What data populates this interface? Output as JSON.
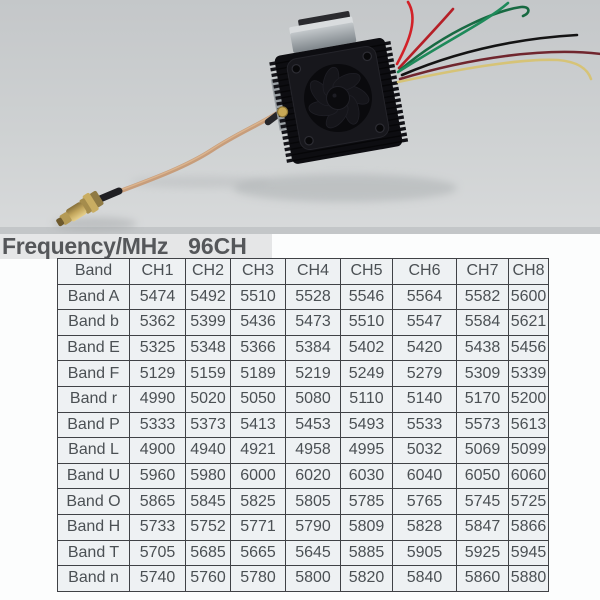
{
  "header": {
    "title": "Frequency/MHz",
    "channels_label": "96CH"
  },
  "photo": {
    "label": "5.8G video transmitter module with fan heatsink, wire harness and SMA pigtail",
    "background_top": "#c4c7c9",
    "background_bottom": "#d8dadb",
    "module_color": "#0d0d11",
    "coax_color": "#c79d7b",
    "sma_gold": "#c9ad62",
    "wire_colors": {
      "red": "#d22128",
      "dark_green": "#186a42",
      "teal_green": "#1e8a5a",
      "black": "#141414",
      "maroon": "#70262e",
      "yellow": "#d6c377"
    }
  },
  "table": {
    "columns": [
      "Band",
      "CH1",
      "CH2",
      "CH3",
      "CH4",
      "CH5",
      "CH6",
      "CH7",
      "CH8"
    ],
    "rows": [
      {
        "band": "Band A",
        "values": [
          5474,
          5492,
          5510,
          5528,
          5546,
          5564,
          5582,
          5600
        ]
      },
      {
        "band": "Band b",
        "values": [
          5362,
          5399,
          5436,
          5473,
          5510,
          5547,
          5584,
          5621
        ]
      },
      {
        "band": "Band E",
        "values": [
          5325,
          5348,
          5366,
          5384,
          5402,
          5420,
          5438,
          5456
        ]
      },
      {
        "band": "Band F",
        "values": [
          5129,
          5159,
          5189,
          5219,
          5249,
          5279,
          5309,
          5339
        ]
      },
      {
        "band": "Band r",
        "values": [
          4990,
          5020,
          5050,
          5080,
          5110,
          5140,
          5170,
          5200
        ]
      },
      {
        "band": "Band P",
        "values": [
          5333,
          5373,
          5413,
          5453,
          5493,
          5533,
          5573,
          5613
        ]
      },
      {
        "band": "Band L",
        "values": [
          4900,
          4940,
          4921,
          4958,
          4995,
          5032,
          5069,
          5099
        ]
      },
      {
        "band": "Band U",
        "values": [
          5960,
          5980,
          6000,
          6020,
          6030,
          6040,
          6050,
          6060
        ]
      },
      {
        "band": "Band O",
        "values": [
          5865,
          5845,
          5825,
          5805,
          5785,
          5765,
          5745,
          5725
        ]
      },
      {
        "band": "Band H",
        "values": [
          5733,
          5752,
          5771,
          5790,
          5809,
          5828,
          5847,
          5866
        ]
      },
      {
        "band": "Band T",
        "values": [
          5705,
          5685,
          5665,
          5645,
          5885,
          5905,
          5925,
          5945
        ]
      },
      {
        "band": "Band n",
        "values": [
          5740,
          5760,
          5780,
          5800,
          5820,
          5840,
          5860,
          5880
        ]
      }
    ]
  },
  "colors": {
    "table_border": "#404246",
    "cell_bg": "#eef1f3",
    "table_text": "#4b5054",
    "title_text": "#55575a",
    "title_strip_bg": "#e5e6e7"
  }
}
